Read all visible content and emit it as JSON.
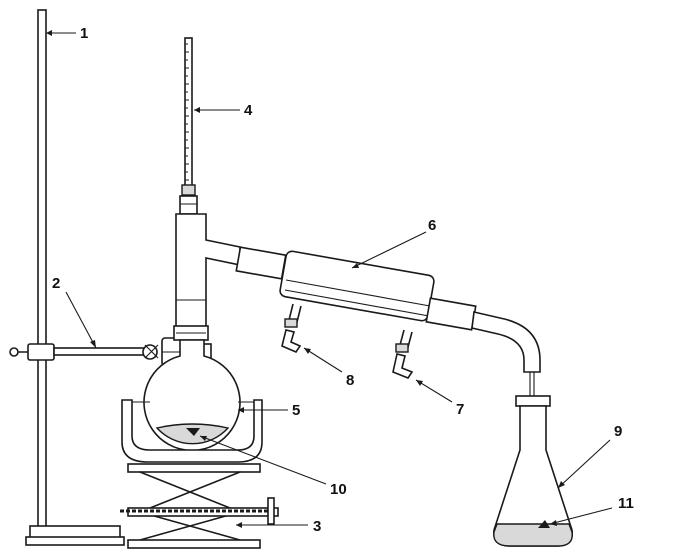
{
  "labels": [
    "1",
    "2",
    "3",
    "4",
    "5",
    "6",
    "7",
    "8",
    "9",
    "10",
    "11"
  ],
  "colors": {
    "ink": "#1a1a1a",
    "liquid": "#d9d9d9",
    "background": "#ffffff"
  }
}
